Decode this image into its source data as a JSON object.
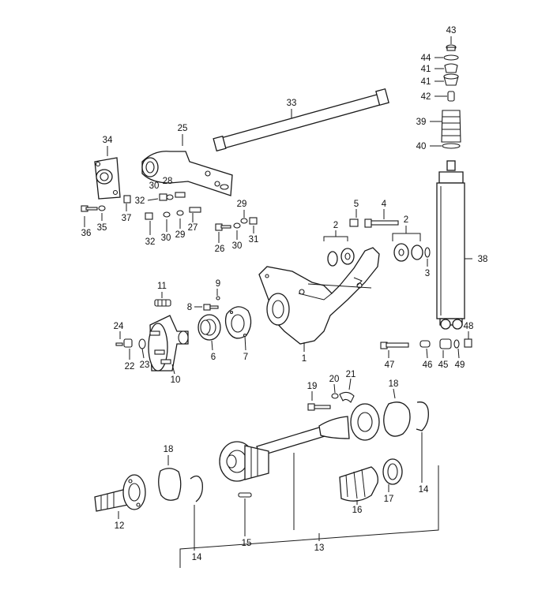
{
  "diagram": {
    "labels": [
      {
        "id": "l43",
        "text": "43"
      },
      {
        "id": "l44",
        "text": "44"
      },
      {
        "id": "l41a",
        "text": "41"
      },
      {
        "id": "l41b",
        "text": "41"
      },
      {
        "id": "l42",
        "text": "42"
      },
      {
        "id": "l39",
        "text": "39"
      },
      {
        "id": "l40",
        "text": "40"
      },
      {
        "id": "l33",
        "text": "33"
      },
      {
        "id": "l34",
        "text": "34"
      },
      {
        "id": "l25",
        "text": "25"
      },
      {
        "id": "l28",
        "text": "28"
      },
      {
        "id": "l30a",
        "text": "30"
      },
      {
        "id": "l32a",
        "text": "32"
      },
      {
        "id": "l36",
        "text": "36"
      },
      {
        "id": "l35",
        "text": "35"
      },
      {
        "id": "l37",
        "text": "37"
      },
      {
        "id": "l32b",
        "text": "32"
      },
      {
        "id": "l30b",
        "text": "30"
      },
      {
        "id": "l29a",
        "text": "29"
      },
      {
        "id": "l27",
        "text": "27"
      },
      {
        "id": "l29b",
        "text": "29"
      },
      {
        "id": "l26",
        "text": "26"
      },
      {
        "id": "l30c",
        "text": "30"
      },
      {
        "id": "l31",
        "text": "31"
      },
      {
        "id": "l5",
        "text": "5"
      },
      {
        "id": "l4",
        "text": "4"
      },
      {
        "id": "l2a",
        "text": "2"
      },
      {
        "id": "l2b",
        "text": "2"
      },
      {
        "id": "l3",
        "text": "3"
      },
      {
        "id": "l38",
        "text": "38"
      },
      {
        "id": "l11",
        "text": "11"
      },
      {
        "id": "l9",
        "text": "9"
      },
      {
        "id": "l8",
        "text": "8"
      },
      {
        "id": "l24",
        "text": "24"
      },
      {
        "id": "l22",
        "text": "22"
      },
      {
        "id": "l23",
        "text": "23"
      },
      {
        "id": "l10",
        "text": "10"
      },
      {
        "id": "l6",
        "text": "6"
      },
      {
        "id": "l7",
        "text": "7"
      },
      {
        "id": "l1",
        "text": "1"
      },
      {
        "id": "l48",
        "text": "48"
      },
      {
        "id": "l47",
        "text": "47"
      },
      {
        "id": "l46",
        "text": "46"
      },
      {
        "id": "l45",
        "text": "45"
      },
      {
        "id": "l49",
        "text": "49"
      },
      {
        "id": "l19",
        "text": "19"
      },
      {
        "id": "l20",
        "text": "20"
      },
      {
        "id": "l21",
        "text": "21"
      },
      {
        "id": "l18a",
        "text": "18"
      },
      {
        "id": "l18b",
        "text": "18"
      },
      {
        "id": "l14a",
        "text": "14"
      },
      {
        "id": "l14b",
        "text": "14"
      },
      {
        "id": "l12",
        "text": "12"
      },
      {
        "id": "l15",
        "text": "15"
      },
      {
        "id": "l16",
        "text": "16"
      },
      {
        "id": "l17",
        "text": "17"
      },
      {
        "id": "l13",
        "text": "13"
      }
    ]
  }
}
